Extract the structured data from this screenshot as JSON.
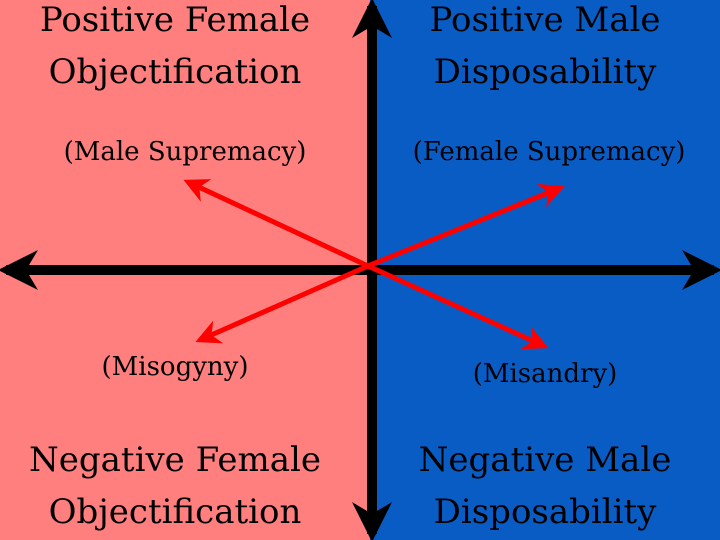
{
  "colors": {
    "left_quadrant": "#FF7F7F",
    "right_quadrant": "#0A5CC5",
    "axis": "#000000",
    "arrows": "#FF0000"
  },
  "quadrants": {
    "top_left": {
      "line1": "Positive Female",
      "line2": "Objectification"
    },
    "top_right": {
      "line1": "Positive Male",
      "line2": "Disposability"
    },
    "bottom_left": {
      "line1": "Negative Female",
      "line2": "Objectification"
    },
    "bottom_right": {
      "line1": "Negative Male",
      "line2": "Disposability"
    }
  },
  "arrow_labels": {
    "male_supremacy": "(Male Supremacy)",
    "female_supremacy": "(Female Supremacy)",
    "misogyny": "(Misogyny)",
    "misandry": "(Misandry)"
  }
}
